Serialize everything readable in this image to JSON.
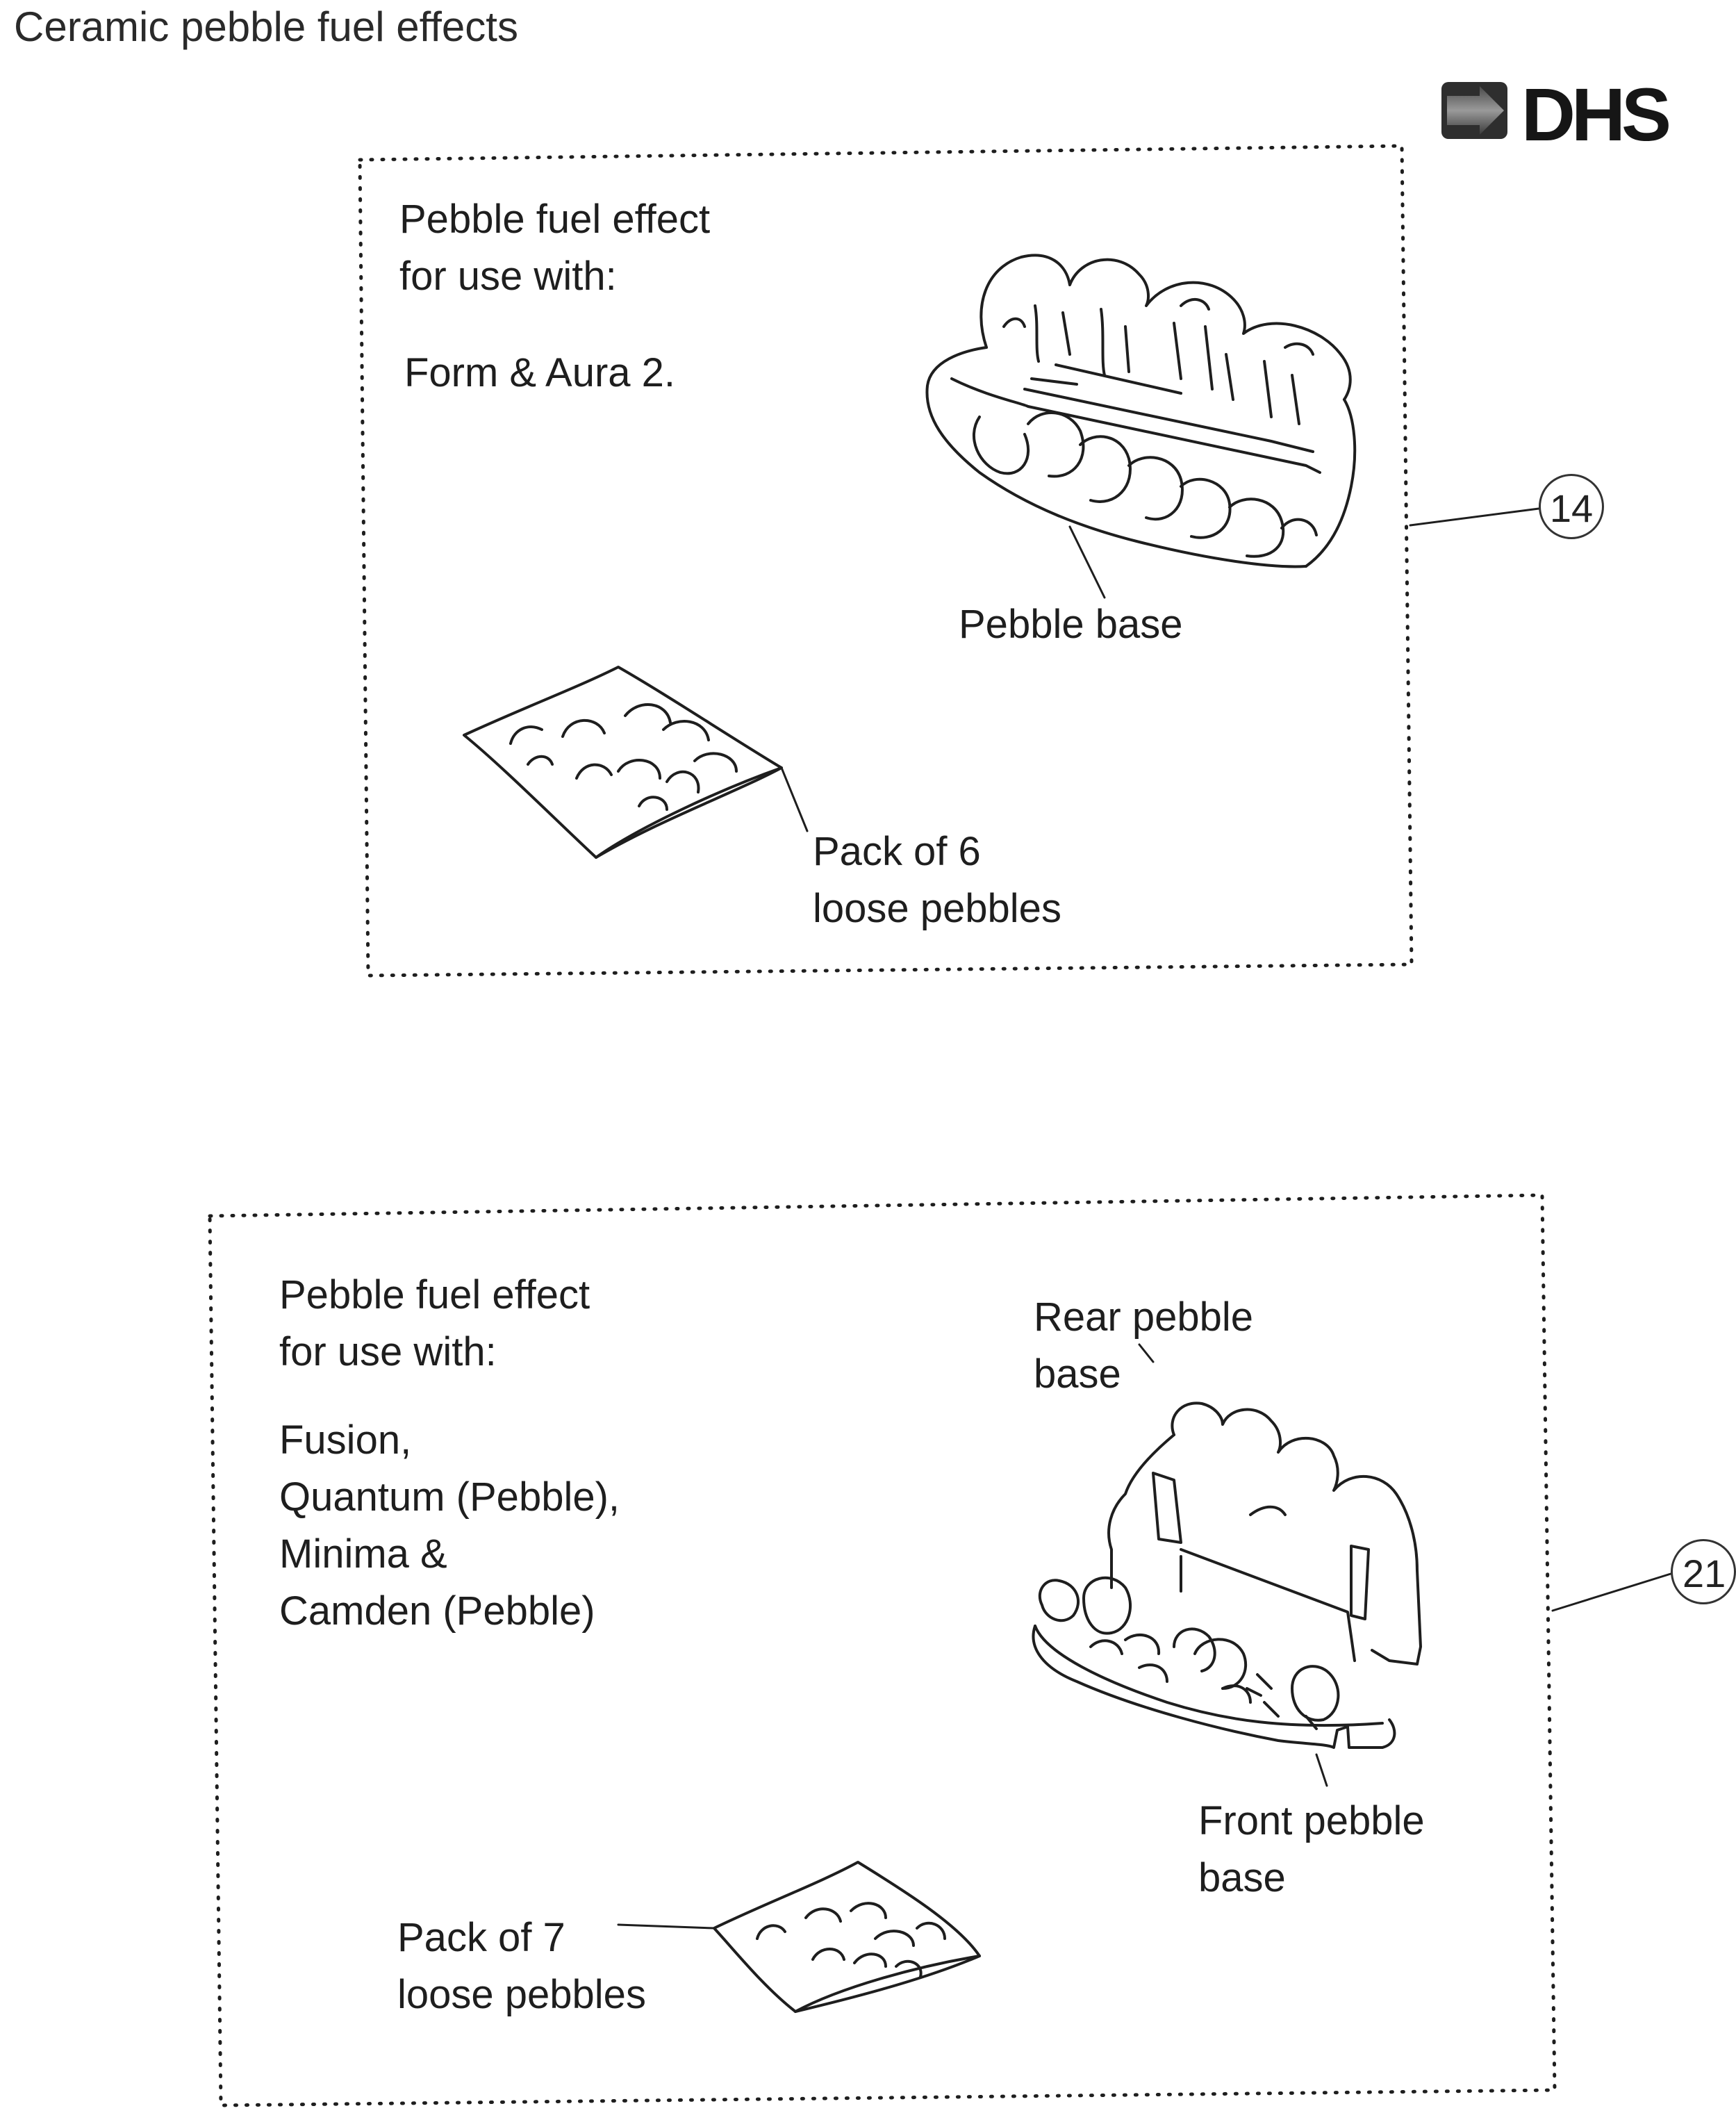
{
  "page": {
    "title": "Ceramic pebble fuel effects",
    "brand": "DHS"
  },
  "panels": [
    {
      "heading_line1": "Pebble fuel effect",
      "heading_line2": "for use with:",
      "models": [
        "Form & Aura 2."
      ],
      "label_base": "Pebble base",
      "label_pack_line1": "Pack of 6",
      "label_pack_line2": "loose pebbles",
      "callout": "14"
    },
    {
      "heading_line1": "Pebble fuel effect",
      "heading_line2": "for use with:",
      "models": [
        "Fusion,",
        "Quantum (Pebble),",
        "Minima &",
        "Camden (Pebble)"
      ],
      "label_rear_line1": "Rear pebble",
      "label_rear_line2": "base",
      "label_front_line1": "Front pebble",
      "label_front_line2": "base",
      "label_pack_line1": "Pack of 7",
      "label_pack_line2": "loose pebbles",
      "callout": "21"
    }
  ],
  "colors": {
    "ink": "#1e1e1e",
    "logo_arrow_dark": "#3a3a3a",
    "logo_arrow_light": "#9a9a9a"
  },
  "icons": [
    "dhs-logo-arrow-icon",
    "pebble-base-illustration",
    "pebble-pack-illustration",
    "rear-pebble-base-illustration",
    "front-pebble-base-illustration"
  ]
}
